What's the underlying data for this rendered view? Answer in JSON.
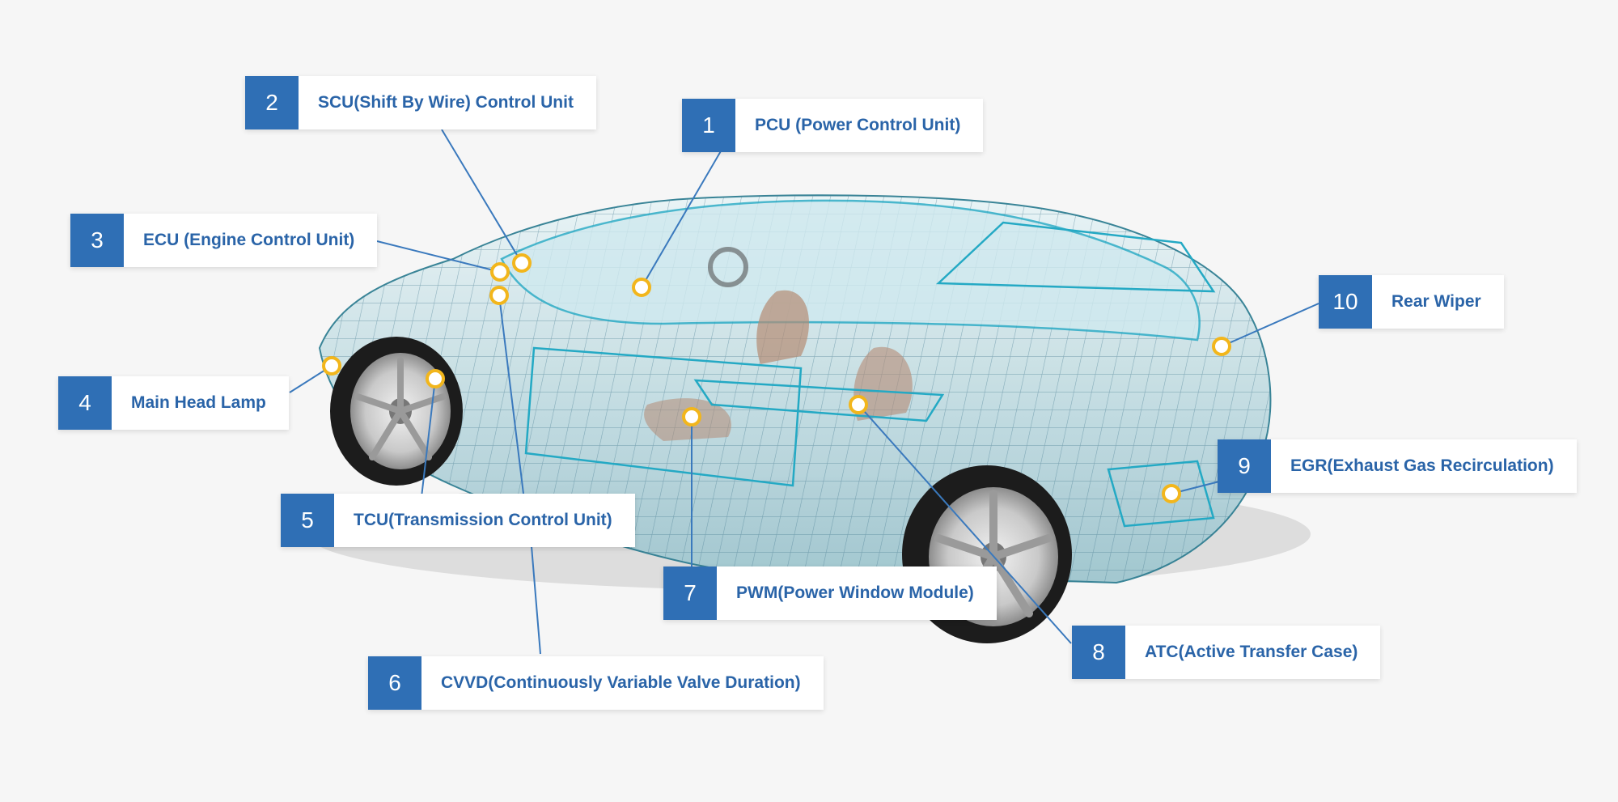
{
  "colors": {
    "background": "#f6f6f6",
    "badge": "#2f6fb5",
    "label_text": "#2a64a8",
    "leader_line": "#3a79bd",
    "marker_fill": "#ffffff",
    "marker_ring": "#f2b61c",
    "car_wire": "#4a7f93",
    "car_glass": "#bfe6ee"
  },
  "components": [
    {
      "number": "1",
      "label": "PCU (Power Control Unit)"
    },
    {
      "number": "2",
      "label": "SCU(Shift By Wire) Control Unit"
    },
    {
      "number": "3",
      "label": "ECU (Engine Control Unit)"
    },
    {
      "number": "4",
      "label": "Main Head Lamp"
    },
    {
      "number": "5",
      "label": "TCU(Transmission Control Unit)"
    },
    {
      "number": "6",
      "label": "CVVD(Continuously Variable Valve Duration)"
    },
    {
      "number": "7",
      "label": "PWM(Power Window Module)"
    },
    {
      "number": "8",
      "label": "ATC(Active Transfer Case)"
    },
    {
      "number": "9",
      "label": "EGR(Exhaust Gas Recirculation)"
    },
    {
      "number": "10",
      "label": "Rear Wiper"
    }
  ]
}
